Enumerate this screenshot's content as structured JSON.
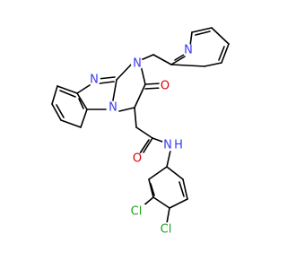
{
  "colors": {
    "carbon_bond": "#000000",
    "nitrogen": "#3A3AF2",
    "oxygen": "#E00000",
    "chlorine": "#1EA11E",
    "background": "#FFFFFF"
  },
  "atoms": [
    {
      "id": "N_pyr",
      "label": "N",
      "element": "nitrogen"
    },
    {
      "id": "N_ring_a",
      "label": "N",
      "element": "nitrogen"
    },
    {
      "id": "N_ring_b",
      "label": "N",
      "element": "nitrogen"
    },
    {
      "id": "N_ring_c",
      "label": "N",
      "element": "nitrogen"
    },
    {
      "id": "O_ring",
      "label": "O",
      "element": "oxygen"
    },
    {
      "id": "O_amide",
      "label": "O",
      "element": "oxygen"
    },
    {
      "id": "NH_amide",
      "label": "N",
      "element": "nitrogen"
    },
    {
      "id": "H_amide",
      "label": "H",
      "element": "nitrogen"
    },
    {
      "id": "Cl_3",
      "label": "Cl",
      "element": "chlorine"
    },
    {
      "id": "Cl_4",
      "label": "Cl",
      "element": "chlorine"
    }
  ]
}
